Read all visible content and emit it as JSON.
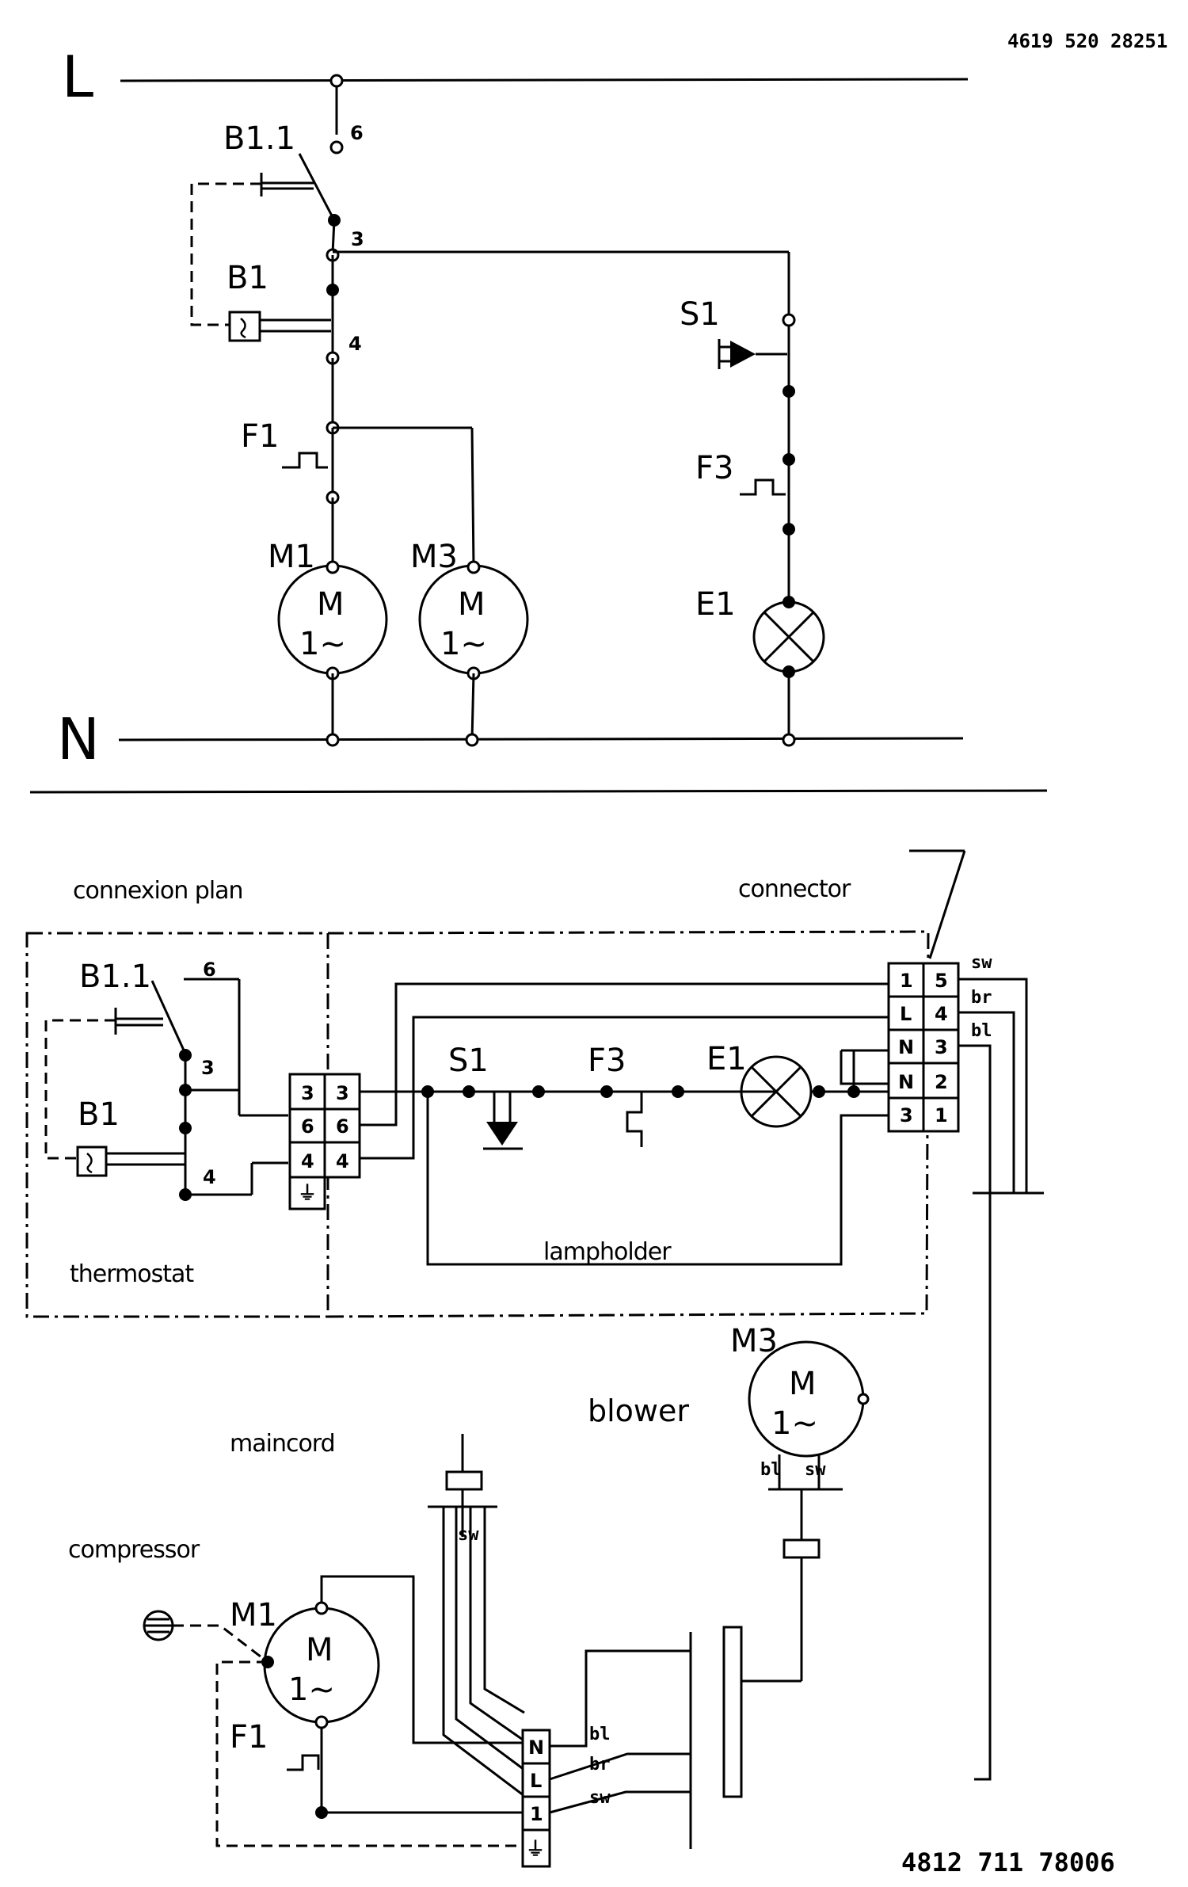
{
  "doc_numbers": {
    "top": "4619 520 28251",
    "bottom": "4812  711  78006"
  },
  "rails": {
    "live": "L",
    "neutral": "N"
  },
  "schematic": {
    "b11": "B1.1",
    "b1": "B1",
    "f1": "F1",
    "m1": "M1",
    "m3": "M3",
    "s1": "S1",
    "f3": "F3",
    "e1": "E1",
    "pin_6": "6",
    "pin_3": "3",
    "pin_4": "4",
    "motor_letter": "M",
    "motor_phase": "1~"
  },
  "wiring": {
    "connexion_plan": "connexion plan",
    "connector": "connector",
    "thermostat": "thermostat",
    "lampholder": "lampholder",
    "blower": "blower",
    "maincord": "maincord",
    "compressor": "compressor",
    "b11": "B1.1",
    "b1": "B1",
    "s1": "S1",
    "f3": "F3",
    "e1": "E1",
    "m3": "M3",
    "m1": "M1",
    "f1": "F1",
    "pin_6": "6",
    "pin_3": "3",
    "pin_4": "4",
    "motor_letter": "M",
    "motor_phase": "1~",
    "thermo_terminal_left": [
      "3",
      "6",
      "4",
      "⏚"
    ],
    "thermo_terminal_right": [
      "3",
      "6",
      "4"
    ],
    "connector_left": [
      "1",
      "L",
      "N",
      "N",
      "3"
    ],
    "connector_right": [
      "5",
      "4",
      "3",
      "2",
      "1"
    ],
    "wire_colours": [
      "sw",
      "br",
      "bl"
    ],
    "blower_wires": [
      "bl",
      "sw"
    ],
    "maincord_block": [
      "N",
      "L",
      "1",
      "⏚"
    ],
    "maincord_wires": [
      "bl",
      "br",
      "sw"
    ],
    "cord_wire": "sw"
  }
}
